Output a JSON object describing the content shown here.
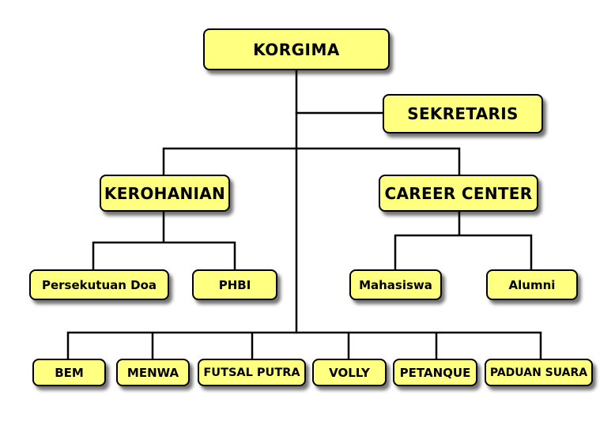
{
  "diagram": {
    "root": {
      "label": "KORGIMA"
    },
    "staff": {
      "label": "SEKRETARIS"
    },
    "divisions": [
      {
        "label": "KEROHANIAN",
        "children": [
          "Persekutuan Doa",
          "PHBI"
        ]
      },
      {
        "label": "CAREER CENTER",
        "children": [
          "Mahasiswa",
          "Alumni"
        ]
      }
    ],
    "units": [
      "BEM",
      "MENWA",
      "FUTSAL PUTRA",
      "VOLLY",
      "PETANQUE",
      "PADUAN SUARA"
    ],
    "colors": {
      "box_fill": "#ffff80",
      "box_border": "#000000",
      "connector": "#000000"
    }
  }
}
